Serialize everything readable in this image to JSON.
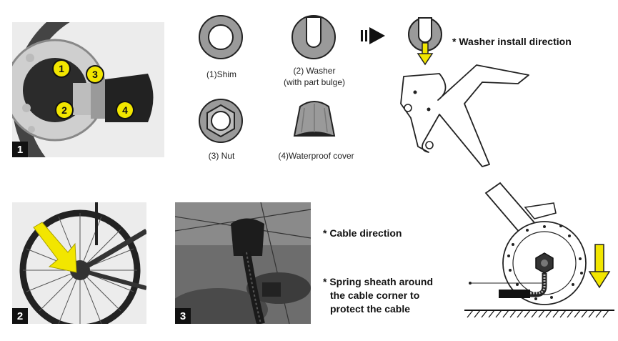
{
  "photos": {
    "photo1": {
      "tag": "1",
      "callouts": [
        "1",
        "2",
        "3",
        "4"
      ]
    },
    "photo2": {
      "tag": "2"
    },
    "photo3": {
      "tag": "3"
    }
  },
  "parts": [
    {
      "label": "(1)Shim"
    },
    {
      "label_line1": "(2) Washer",
      "label_line2": "(with part bulge)"
    },
    {
      "label": "(3) Nut"
    },
    {
      "label": "(4)Waterproof cover"
    }
  ],
  "notes": {
    "washer_direction": "* Washer install direction",
    "cable_direction": "* Cable direction",
    "spring_sheath_line1": "* Spring sheath around",
    "spring_sheath_line2": "the cable corner to",
    "spring_sheath_line3": "protect the cable"
  },
  "colors": {
    "accent_yellow": "#f2e600",
    "part_gray": "#9a9a9a"
  }
}
